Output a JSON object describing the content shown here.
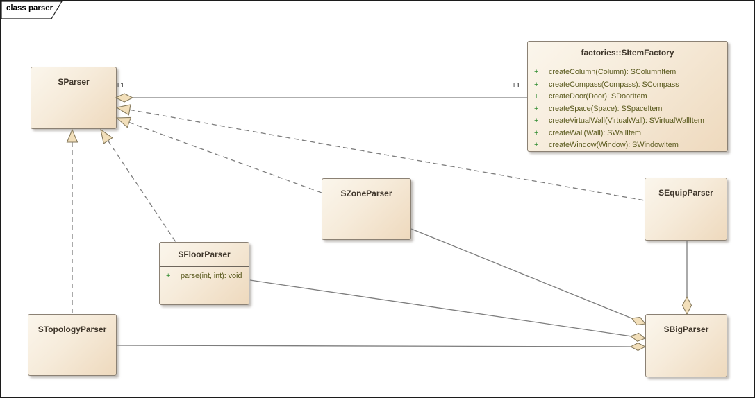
{
  "frame": {
    "tab_label": "class parser"
  },
  "connector_labels": {
    "factory_source_mult": "+1",
    "factory_target_mult": "+1"
  },
  "classes": {
    "sparser": {
      "name": "SParser"
    },
    "item_factory": {
      "name": "factories::SItemFactory",
      "methods": [
        {
          "visibility": "+",
          "signature": "createColumn(Column): SColumnItem"
        },
        {
          "visibility": "+",
          "signature": "createCompass(Compass): SCompass"
        },
        {
          "visibility": "+",
          "signature": "createDoor(Door): SDoorItem"
        },
        {
          "visibility": "+",
          "signature": "createSpace(Space): SSpaceItem"
        },
        {
          "visibility": "+",
          "signature": "createVirtualWall(VirtualWall): SVirtualWallItem"
        },
        {
          "visibility": "+",
          "signature": "createWall(Wall): SWallItem"
        },
        {
          "visibility": "+",
          "signature": "createWindow(Window): SWindowItem"
        }
      ]
    },
    "szone_parser": {
      "name": "SZoneParser"
    },
    "sequip_parser": {
      "name": "SEquipParser"
    },
    "sfloor_parser": {
      "name": "SFloorParser",
      "methods": [
        {
          "visibility": "+",
          "signature": "parse(int, int): void"
        }
      ]
    },
    "stopology_parser": {
      "name": "STopologyParser"
    },
    "sbig_parser": {
      "name": "SBigParser"
    }
  },
  "colors": {
    "box_fill_light": "#fbf6ec",
    "box_fill_dark": "#eed9bd",
    "box_border": "#8b8174",
    "title_text": "#3f362b",
    "method_text": "#5a5a1e",
    "visibility_text": "#2e8b2e",
    "connector_line": "#7d7d7d",
    "arrowhead_fill": "#f2dfba",
    "arrowhead_stroke": "#85795c",
    "frame_border": "#1c1c1c"
  }
}
